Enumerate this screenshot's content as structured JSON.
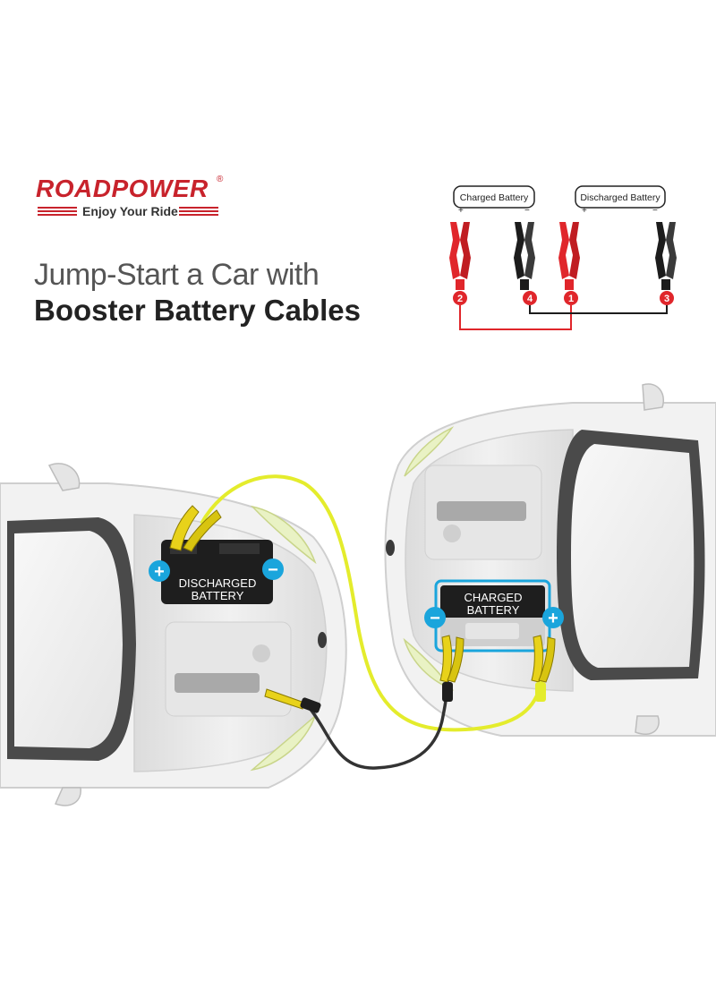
{
  "brand": {
    "name": "ROADPOWER",
    "registered": "®",
    "tagline": "Enjoy Your Ride",
    "color": "#c8232c"
  },
  "headline": {
    "line1": "Jump-Start a Car with",
    "line2": "Booster Battery Cables"
  },
  "legend": {
    "charged_label": "Charged Battery",
    "discharged_label": "Discharged Battery",
    "plus": "+",
    "minus": "−",
    "steps": [
      "2",
      "4",
      "1",
      "3"
    ],
    "red": "#e0262b",
    "black": "#1c1c1c"
  },
  "scene": {
    "discharged_battery": {
      "line1": "DISCHARGED",
      "line2": "BATTERY"
    },
    "charged_battery": {
      "line1": "CHARGED",
      "line2": "BATTERY"
    },
    "plus": "+",
    "minus": "−",
    "terminal_color": "#1aa5dc",
    "cable_yellow": "#e4ec2c",
    "cable_black": "#333333"
  }
}
